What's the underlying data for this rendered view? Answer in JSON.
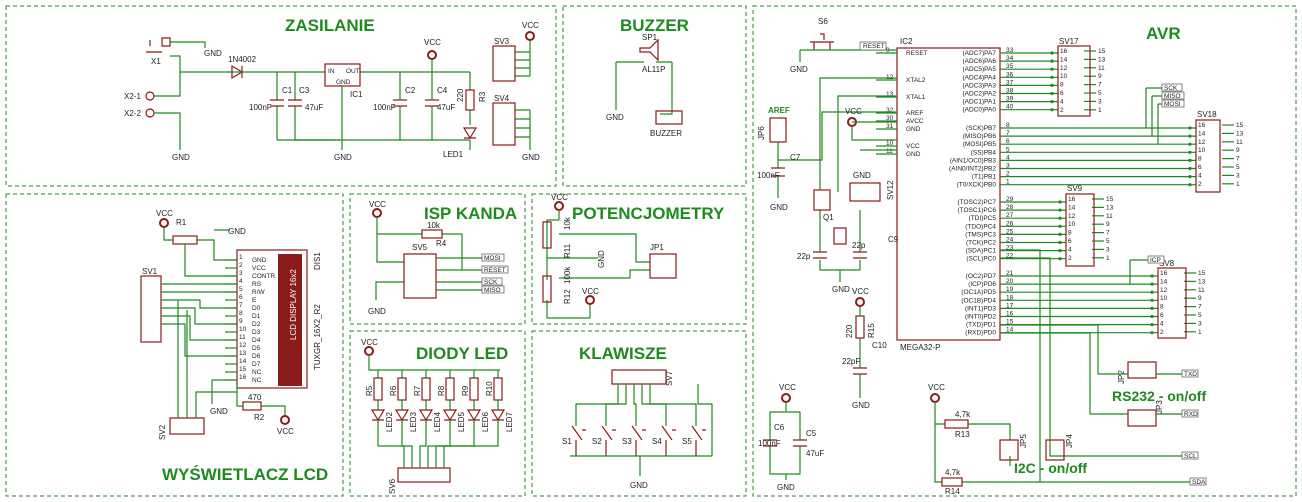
{
  "sections": {
    "zasilanie": "ZASILANIE",
    "buzzer": "BUZZER",
    "avr": "AVR",
    "isp": "ISP KANDA",
    "pot": "POTENCJOMETRY",
    "lcd": "WYŚWIETLACZ LCD",
    "diody": "DIODY LED",
    "klawisze": "KLAWISZE",
    "rs232": "RS232 - on/off",
    "i2c": "I2C - on/off"
  },
  "labels": {
    "vcc": "VCC",
    "gnd": "GND",
    "x1": "X1",
    "x2_1": "X2-1",
    "x2_2": "X2-2",
    "d1n": "1N4002",
    "ic1": "IC1",
    "in": "IN",
    "out": "OUT",
    "c1": "C1",
    "c2": "C2",
    "c3": "C3",
    "c4": "C4",
    "n100": "100nF",
    "u47": "47uF",
    "r3": "R3",
    "r220": "220",
    "led1": "LED1",
    "sv3": "SV3",
    "sv4": "SV4",
    "sp1": "SP1",
    "al11p": "AL11P",
    "buzzer_tag": "BUZZER",
    "s6": "S6",
    "reset_tag": "RESET",
    "ic2": "IC2",
    "mega": "MEGA32-P",
    "aref": "AREF",
    "jp6": "JP6",
    "c7": "C7",
    "q1": "Q1",
    "c9": "C9",
    "c10": "C10",
    "r15": "R15",
    "p22": "22p",
    "p22f": "22pF",
    "sv12": "SV12",
    "sv17": "SV17",
    "sv18": "SV18",
    "sv9": "SV9",
    "sv8": "SV8",
    "sck": "SCK",
    "miso": "MISO",
    "mosi": "MOSI",
    "icp": "ICP",
    "txd": "TXD",
    "rxd": "RXD",
    "scl": "SCL",
    "sda": "SDA",
    "r13": "R13",
    "r14": "R14",
    "k47": "4,7k",
    "jp2": "JP2",
    "jp3": "JP3",
    "jp4": "JP4",
    "jp5": "JP5",
    "c5": "C5",
    "c6": "C6",
    "r1": "R1",
    "r2": "R2",
    "r470": "470",
    "sv1": "SV1",
    "sv2": "SV2",
    "dis1": "DIS1",
    "lcd_part": "LCD DISPLAY 16x2",
    "tuxgr": "TUXGR_16X2_R2",
    "sv5": "SV5",
    "r4": "R4",
    "k10": "10k",
    "k100": "100k",
    "r11": "R11",
    "r12": "R12",
    "jp1": "JP1",
    "sv6": "SV6",
    "sv7": "SV7",
    "p1": "1",
    "p2": "2",
    "p3": "3"
  },
  "avr_left_pins": [
    "RESET",
    "XTAL2",
    "XTAL1",
    "AREF",
    "AVCC",
    "GND",
    "VCC",
    "GND"
  ],
  "avr_left_nums": [
    "9",
    "12",
    "13",
    "32",
    "30",
    "31",
    "10",
    "11"
  ],
  "avr_right_pins": [
    "(ADC7)PA7",
    "(ADC6)PA6",
    "(ADC5)PA5",
    "(ADC4)PA4",
    "(ADC3)PA3",
    "(ADC2)PA2",
    "(ADC1)PA1",
    "(ADC0)PA0",
    "(SCK)PB7",
    "(MISO)PB6",
    "(MOSI)PB5",
    "(SS)PB4",
    "(AIN1/OC0)PB3",
    "(AIN0/INT2)PB2",
    "(T1)PB1",
    "(T0/XCK)PB0",
    "(TOSC2)PC7",
    "(TOSC1)PC6",
    "(TDI)PC5",
    "(TDO)PC4",
    "(TMS)PC3",
    "(TCK)PC2",
    "(SDA)PC1",
    "(SCL)PC0",
    "(OC2)PD7",
    "(ICP)PD6",
    "(OC1A)PD5",
    "(OC1B)PD4",
    "(INT1)PD3",
    "(INT0)PD2",
    "(TXD)PD1",
    "(RXD)PD0"
  ],
  "avr_right_nums": [
    "33",
    "34",
    "35",
    "36",
    "37",
    "38",
    "39",
    "40",
    "8",
    "7",
    "6",
    "5",
    "4",
    "3",
    "2",
    "1",
    "29",
    "28",
    "27",
    "26",
    "25",
    "24",
    "23",
    "22",
    "21",
    "20",
    "19",
    "18",
    "17",
    "16",
    "15",
    "14"
  ],
  "lcd_pins": [
    "GND",
    "VCC",
    "CONTR",
    "RS",
    "R/W",
    "E",
    "D0",
    "D1",
    "D2",
    "D3",
    "D4",
    "D5",
    "D6",
    "D7",
    "NC",
    "NC"
  ],
  "header_nums": [
    "16",
    "15",
    "14",
    "13",
    "12",
    "11",
    "10",
    "9",
    "8",
    "7",
    "6",
    "5",
    "4",
    "3",
    "2",
    "1"
  ],
  "leds": [
    "LED2",
    "LED3",
    "LED4",
    "LED5",
    "LED6",
    "LED7"
  ],
  "led_resistors": [
    "R5",
    "R6",
    "R7",
    "R8",
    "R9",
    "R10"
  ],
  "switches": [
    "S1",
    "S2",
    "S3",
    "S4",
    "S5"
  ]
}
